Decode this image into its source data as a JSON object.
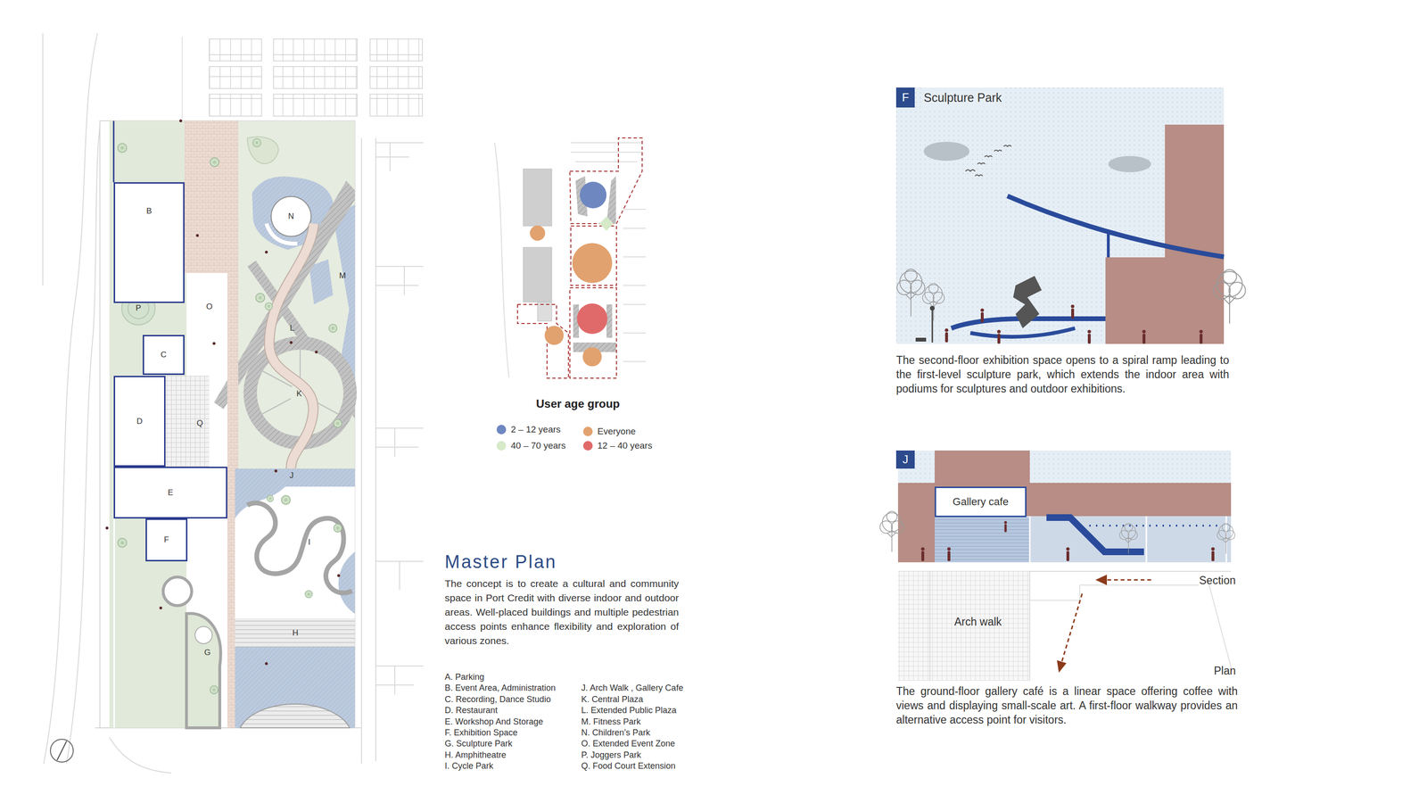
{
  "diagram": {
    "title": "Master Plan",
    "nodes": [
      {
        "text": [
          "B"
        ]
      },
      {
        "text": [
          "C"
        ]
      },
      {
        "text": [
          "D"
        ]
      },
      {
        "text": [
          "E"
        ]
      },
      {
        "text": [
          "F"
        ]
      },
      {
        "text": [
          "F",
          "Sculpture Park"
        ]
      },
      {
        "text": [
          "J"
        ]
      },
      {
        "text": [
          "Gallery cafe"
        ],
        "in": 6
      }
    ],
    "labels": [
      "N",
      "M",
      "P",
      "O",
      "L",
      "K",
      "Q",
      "J",
      "I",
      "H",
      "G",
      "The concept is to create a cultural and community space in Port Credit with diverse indoor and outdoor areas. Well-placed buildings and multiple pedestrian access points enhance flexibility and exploration of various zones.",
      "A. Parking",
      "B. Event Area, Administration",
      "C. Recording, Dance Studio",
      "D. Restaurant",
      "E. Workshop And Storage",
      "F. Exhibition Space",
      "G. Sculpture Park",
      "H. Amphitheatre",
      "I. Cycle Park",
      "J. Arch Walk , Gallery Cafe",
      "K. Central Plaza",
      "L. Extended Public Plaza",
      "M. Fitness Park",
      "N. Children’s Park",
      "O. Extended Event Zone",
      "P. Joggers Park",
      "Q. Food Court Extension",
      "User age group",
      "The second-floor exhibition space opens to a spiral ramp leading to the first-level sculpture park, which extends the indoor area with podiums for sculptures and outdoor exhibitions.",
      "The ground-floor gallery café is a linear space offering coffee with views and displaying small-scale art. A first-floor walkway provides an alternative access point for visitors.",
      "Section",
      "Arch walk",
      "Plan"
    ],
    "legend": [
      {
        "text": "2 – 12 years",
        "color": "#6e87c0"
      },
      {
        "text": "Everyone",
        "color": "#e2a26f"
      },
      {
        "text": "40 – 70 years",
        "color": "#d6e9c9"
      },
      {
        "text": "12 – 40 years",
        "color": "#e06a6a"
      }
    ]
  }
}
